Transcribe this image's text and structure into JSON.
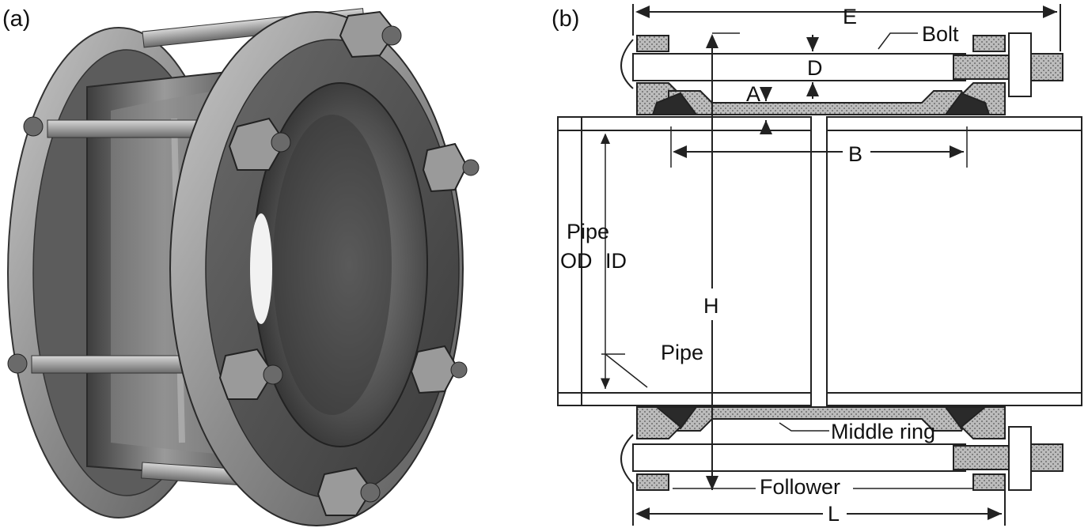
{
  "panels": {
    "a": {
      "label": "(a)"
    },
    "b": {
      "label": "(b)"
    }
  },
  "labels": {
    "E": "E",
    "bolt": "Bolt",
    "D": "D",
    "A": "A",
    "B": "B",
    "pipe_top": "Pipe",
    "od": "OD",
    "id": "ID",
    "H": "H",
    "pipe_bottom": "Pipe",
    "middle_ring": "Middle ring",
    "follower": "Follower",
    "L": "L"
  },
  "colors": {
    "metal_dark": "#4a4a4a",
    "metal_mid": "#7a7a7a",
    "metal_light": "#b5b5b5",
    "gasket": "#2a2a2a",
    "line": "#222222"
  }
}
